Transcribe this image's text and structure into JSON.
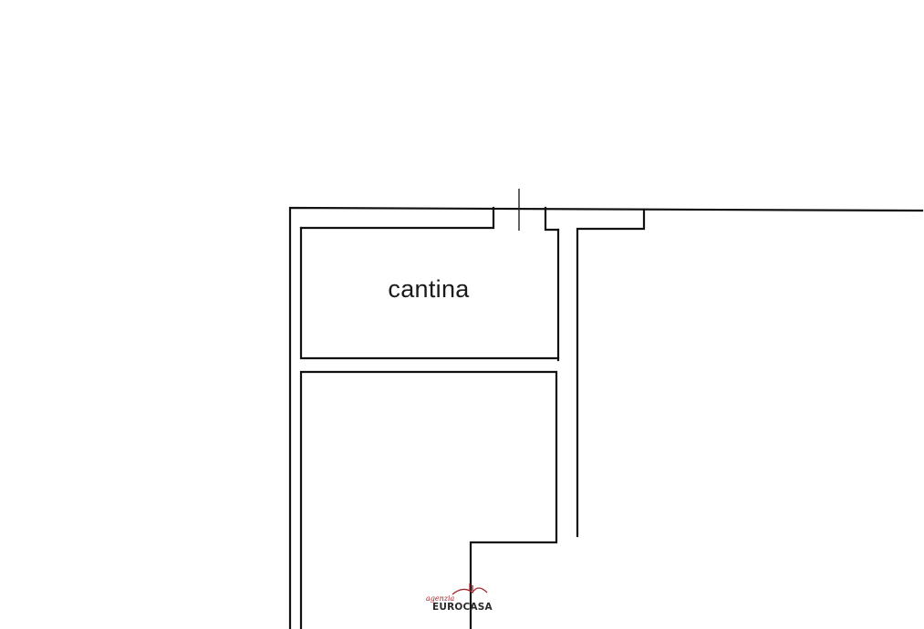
{
  "rooms": [
    {
      "label": "cantina"
    }
  ],
  "watermark": {
    "script_text": "agenzia",
    "brand_text": "EUROCASA",
    "brand_color": "#a1262b"
  }
}
